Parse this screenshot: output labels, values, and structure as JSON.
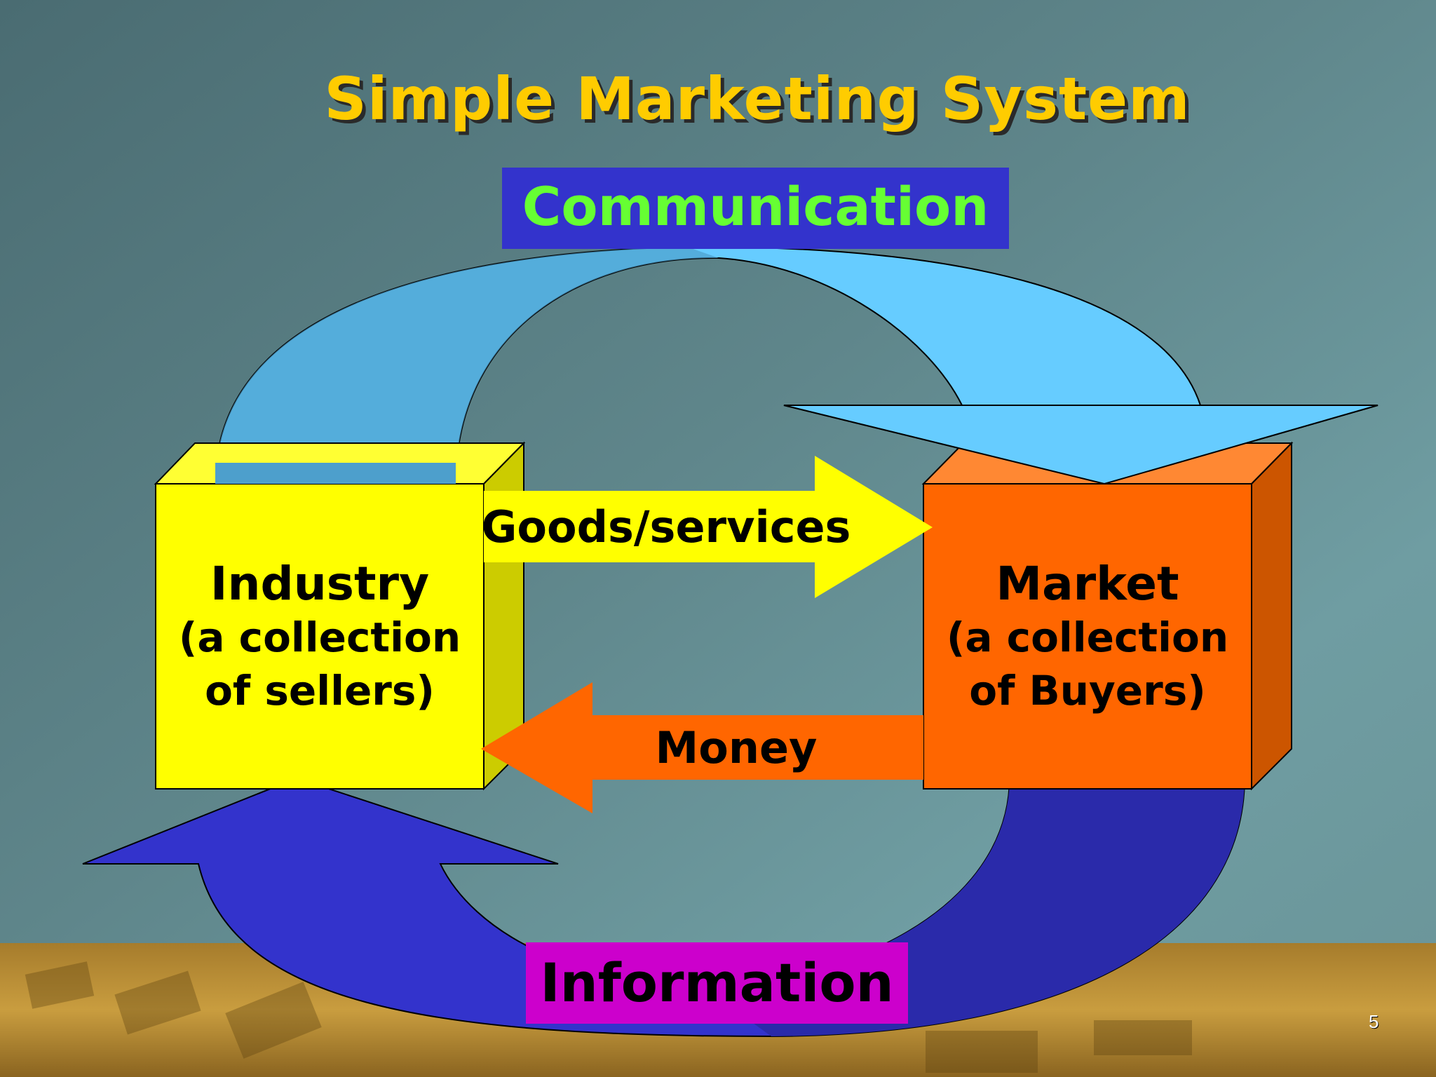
{
  "title": "Simple Marketing System",
  "communication": "Communication",
  "information": "Information",
  "goods": "Goods/services",
  "money": "Money",
  "industry": {
    "name": "Industry",
    "line1": "(a collection",
    "line2": "of sellers)"
  },
  "market": {
    "name": "Market",
    "line1": "(a collection",
    "line2": "of Buyers)"
  },
  "slide_number": "5",
  "colors": {
    "title": "#ffcc00",
    "communication_box": "#3333cc",
    "communication_text": "#66ff33",
    "information_box": "#cc00cc",
    "industry_block": "#ffff00",
    "market_block": "#ff6600",
    "communication_arrow": "#66ccff",
    "information_arrow": "#3333cc"
  }
}
